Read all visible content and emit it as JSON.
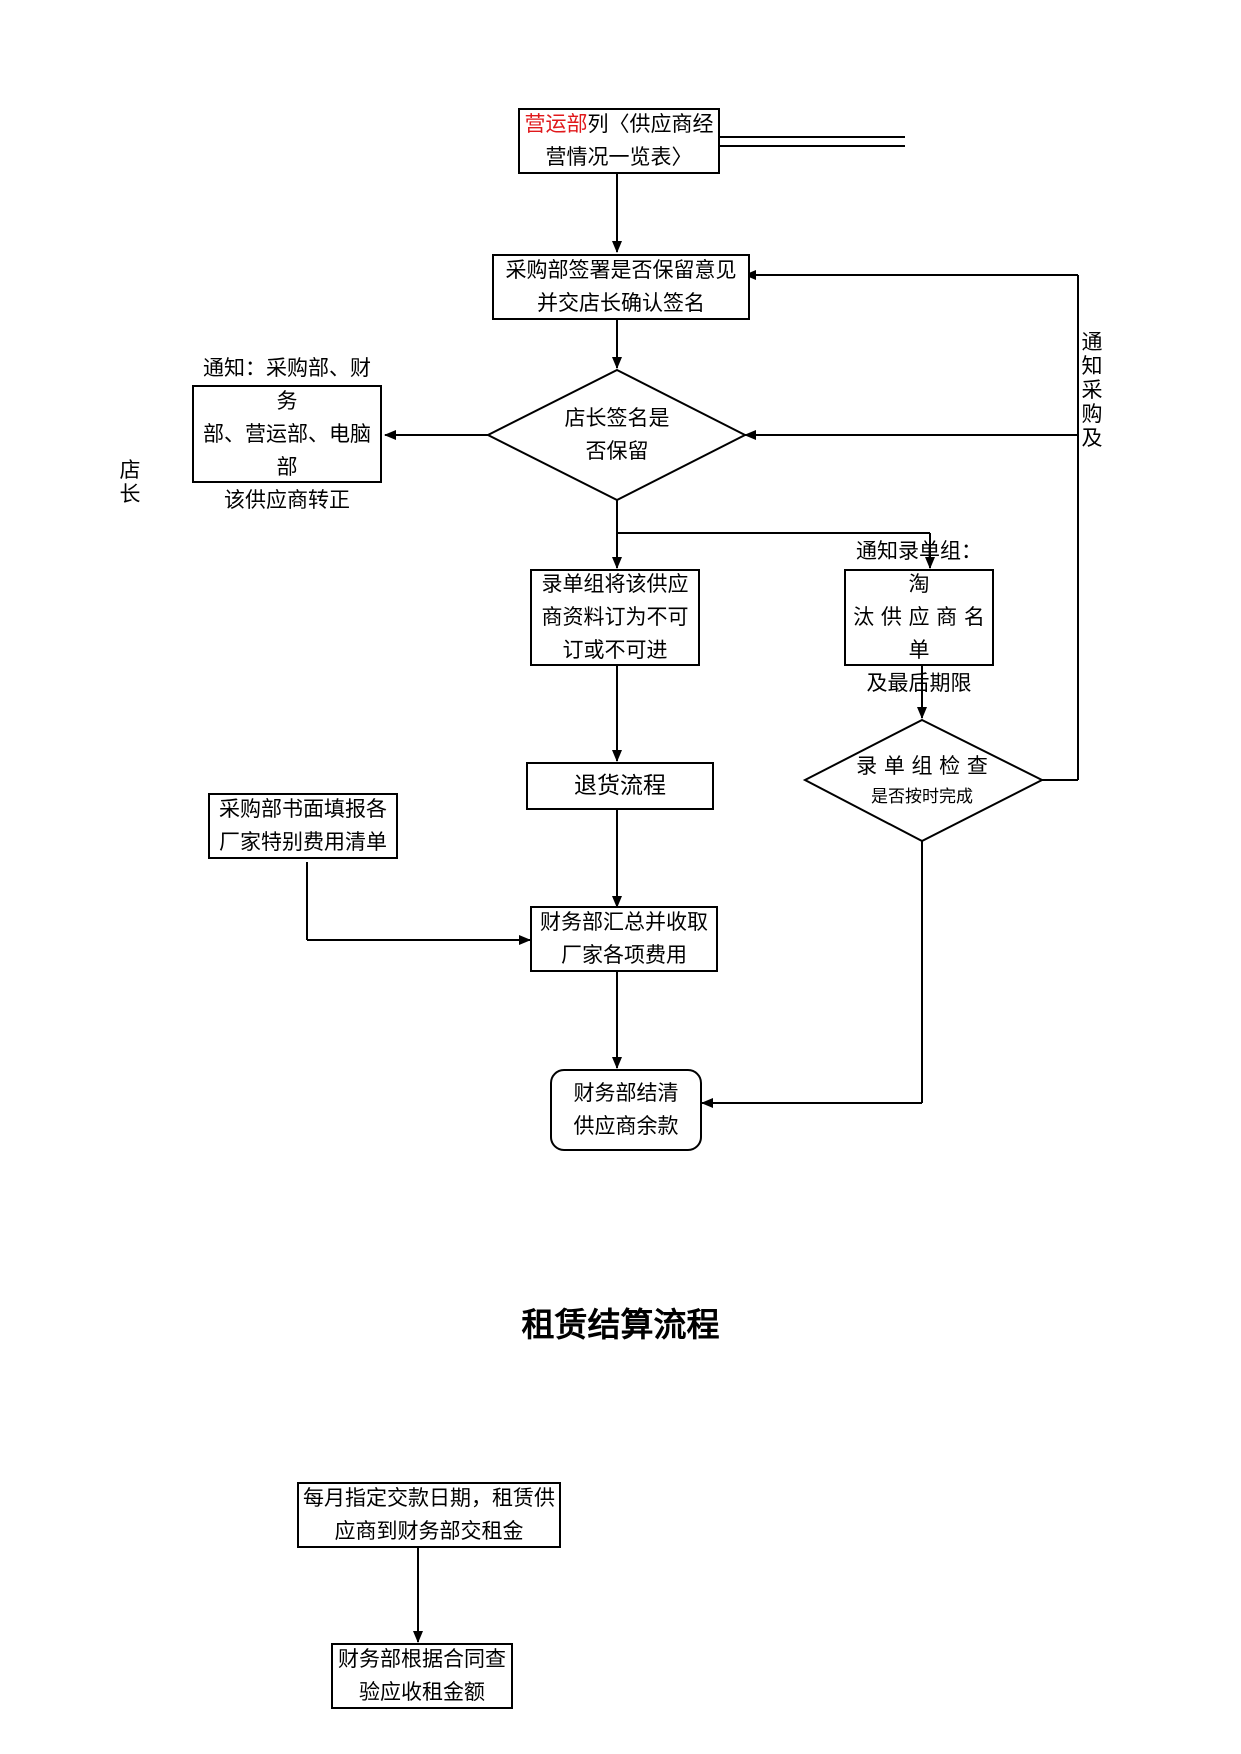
{
  "nodes": {
    "list_table": {
      "line1_red": "营运部",
      "line1_rest": "列〈供应商经",
      "line2": "营情况一览表〉"
    },
    "purchase_sign": {
      "line1": "采购部签署是否保留意见",
      "line2": "并交店长确认签名"
    },
    "manager_decision": {
      "line1": "店长签名是",
      "line2": "否保留"
    },
    "notify_formal": {
      "line1": "通知：采购部、财务",
      "line2": "部、营运部、电脑部",
      "line3": "该供应商转正"
    },
    "entry_group_mark": {
      "line1": "录单组将该供应",
      "line2": "商资料订为不可",
      "line3": "订或不可进"
    },
    "notify_entry_group": {
      "line1": "通知录单组：淘",
      "line2": "汰 供 应 商 名 单",
      "line3": "及最后期限"
    },
    "return_process": {
      "line1": "退货流程"
    },
    "entry_check": {
      "line1": "录 单 组 检 查",
      "line2": "是否按时完成"
    },
    "purchase_fees": {
      "line1": "采购部书面填报各",
      "line2": "厂家特别费用清单"
    },
    "finance_collect": {
      "line1": "财务部汇总并收取",
      "line2": "厂家各项费用"
    },
    "finance_settle": {
      "line1": "财务部结清",
      "line2": "供应商余款"
    },
    "rent_pay": {
      "line1": "每月指定交款日期，租赁供",
      "line2": "应商到财务部交租金"
    },
    "rent_verify": {
      "line1": "财务部根据合同查",
      "line2": "验应收租金额"
    }
  },
  "side_labels": {
    "notify_purchase": [
      "通",
      "知",
      "采",
      "购",
      "及"
    ],
    "manager": [
      "店",
      "长"
    ]
  },
  "section_title": "租赁结算流程"
}
